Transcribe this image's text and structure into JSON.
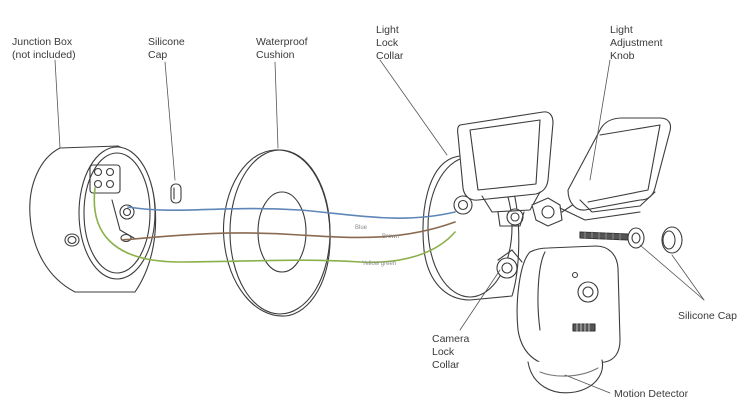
{
  "labels": {
    "junction_box": "Junction Box\n(not included)",
    "silicone_cap_top": "Silicone\nCap",
    "waterproof_cushion": "Waterproof\nCushion",
    "light_lock_collar": "Light\nLock\nCollar",
    "light_adjustment_knob": "Light\nAdjustment\nKnob",
    "silicone_cap_right": "Silicone Cap",
    "camera_lock_collar": "Camera\nLock\nCollar",
    "motion_detector": "Motion Detector"
  },
  "wire_labels": {
    "blue": "Blue",
    "brown": "Brown",
    "yellow_green": "Yellow green"
  },
  "colors": {
    "outline": "#3c3c3c",
    "leader": "#555555",
    "wire_blue": "#5f86b8",
    "wire_brown": "#8a6a50",
    "wire_green": "#8ab04a"
  }
}
